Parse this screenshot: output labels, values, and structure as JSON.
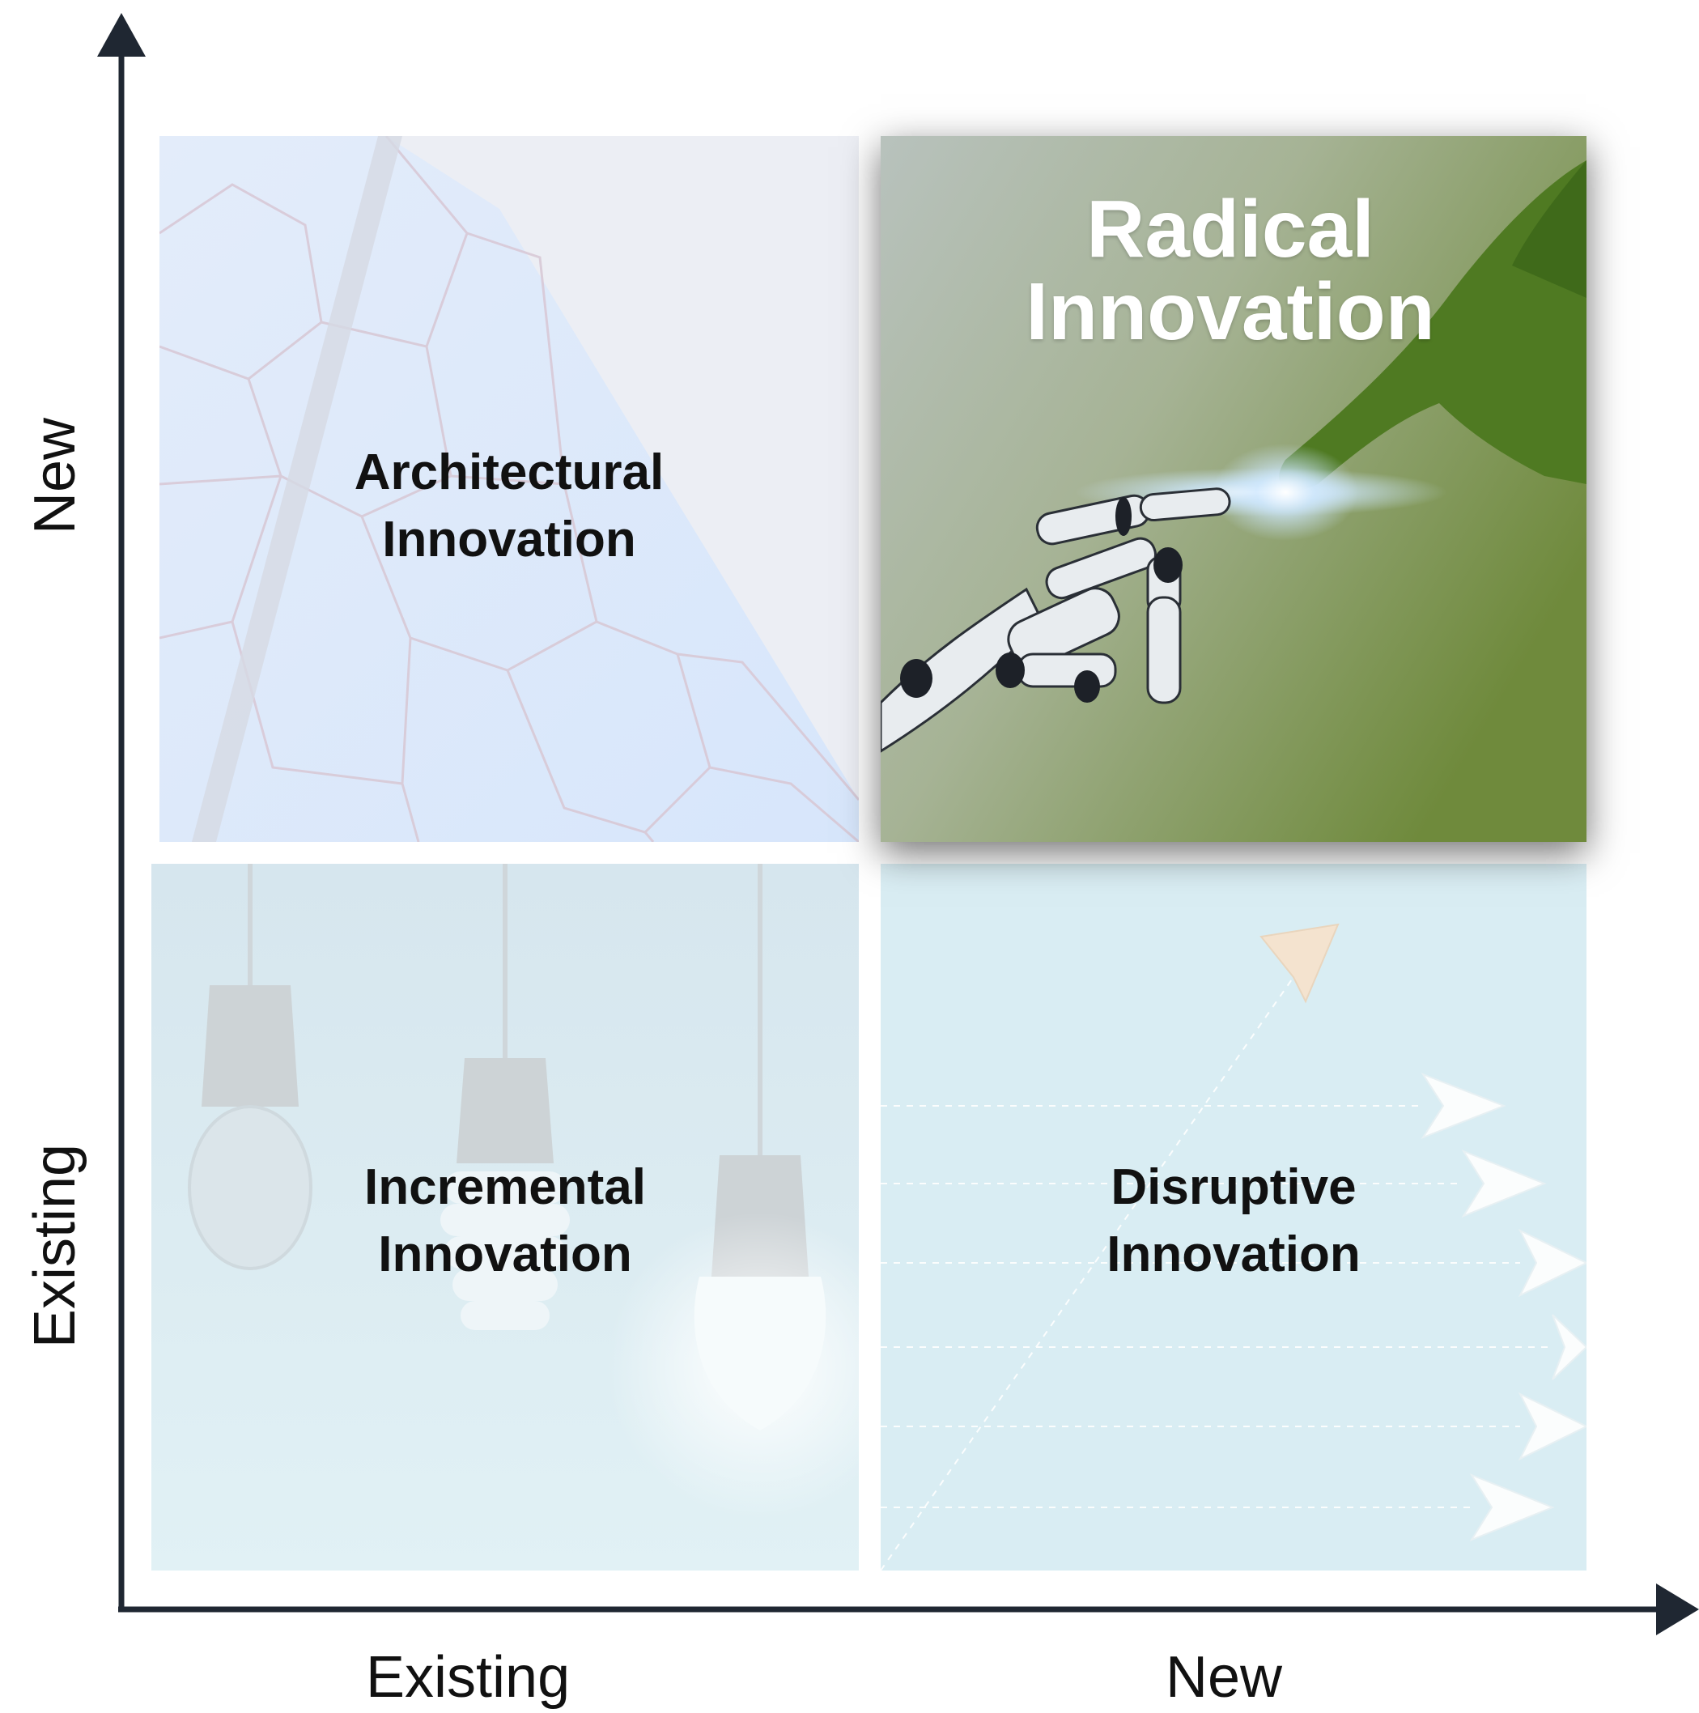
{
  "axes": {
    "y_top_label": "New",
    "y_bottom_label": "Existing",
    "x_left_label": "Existing",
    "x_right_label": "New",
    "color": "#1f2732"
  },
  "quadrants": {
    "architectural": {
      "line1": "Architectural",
      "line2": "Innovation",
      "image": "geodesic-glass-dome"
    },
    "radical": {
      "line1": "Radical",
      "line2": "Innovation",
      "image": "robot-hand-touching-moss-hand",
      "highlighted": true
    },
    "incremental": {
      "line1": "Incremental",
      "line2": "Innovation",
      "image": "three-light-bulbs"
    },
    "disruptive": {
      "line1": "Disruptive",
      "line2": "Innovation",
      "image": "paper-airplanes"
    }
  }
}
